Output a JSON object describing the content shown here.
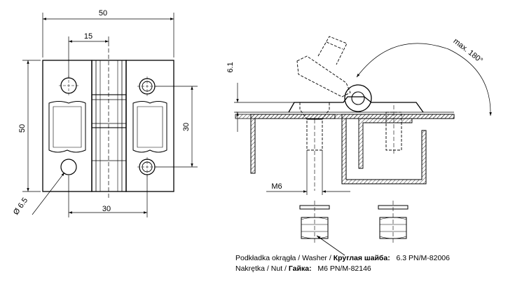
{
  "dims": {
    "top_width": "50",
    "top_inner": "15",
    "left_height": "50",
    "right_height": "30",
    "bottom_width": "30",
    "hole_dia": "Ø 6.5",
    "side_height": "6.1",
    "max_angle": "max. 180°",
    "thread": "M6"
  },
  "legend": {
    "washer_pl": "Podkładka okrągła / Washer / ",
    "washer_ru": "Круглая шайба:",
    "washer_code": "6.3 PN/M-82006",
    "nut_pl": "Nakrętka / Nut / ",
    "nut_ru": "Гайка:",
    "nut_code": "M6 PN/M-82146"
  }
}
